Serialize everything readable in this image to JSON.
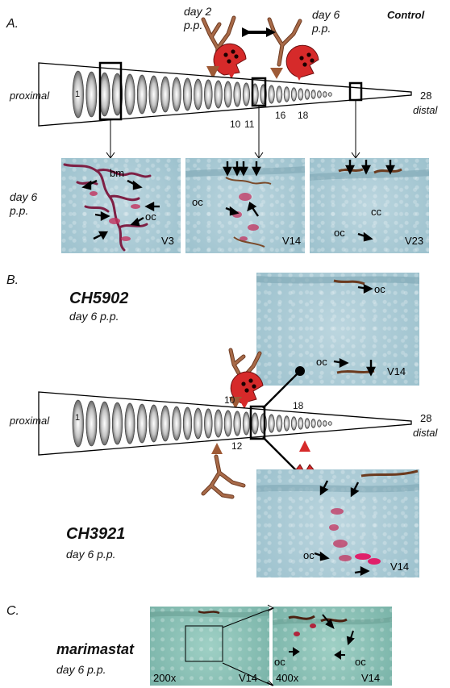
{
  "panels": {
    "a": {
      "letter": "A.",
      "condition": "Control",
      "day_left": "day 2\np.p.",
      "day_right": "day 6\np.p.",
      "proximal": "proximal",
      "distal": "distal",
      "first_vertebra": "1",
      "last_vertebra": "28",
      "markers": [
        "10",
        "11",
        "16",
        "18"
      ],
      "section_day": "day 6\np.p.",
      "sections": [
        {
          "vertebra": "V3",
          "labels": [
            "bm",
            "oc"
          ]
        },
        {
          "vertebra": "V14",
          "labels": [
            "oc"
          ]
        },
        {
          "vertebra": "V23",
          "labels": [
            "cc",
            "oc"
          ]
        }
      ]
    },
    "b": {
      "letter": "B.",
      "top_treatment": "CH5902",
      "top_day": "day 6 p.p.",
      "bottom_treatment": "CH3921",
      "bottom_day": "day 6 p.p.",
      "proximal": "proximal",
      "distal": "distal",
      "first_vertebra": "1",
      "last_vertebra": "28",
      "markers": [
        "10",
        "18",
        "12"
      ],
      "top_section": {
        "vertebra": "V14",
        "labels": [
          "oc",
          "oc"
        ]
      },
      "bottom_section": {
        "vertebra": "V14",
        "labels": [
          "oc"
        ]
      }
    },
    "c": {
      "letter": "C.",
      "treatment": "marimastat",
      "day": "day 6 p.p.",
      "low_mag": {
        "magnification": "200x",
        "vertebra": "V14"
      },
      "high_mag": {
        "magnification": "400x",
        "vertebra": "V14",
        "labels": [
          "oc",
          "oc"
        ]
      }
    }
  },
  "colors": {
    "vessel": "#a86a48",
    "vessel_outline": "#6e3b22",
    "osteoclast_fill": "#d62a2a",
    "arrowhead_brown": "#9e5a36",
    "arrowhead_red": "#d62a2a",
    "tissue_blue": "#a6c8d3",
    "tissue_teal": "#8ec4b9",
    "stain": "#8b2a4a"
  },
  "icons": [
    "vessel-icon",
    "osteoclast-icon",
    "arrow-icon",
    "vertebra-icon"
  ]
}
